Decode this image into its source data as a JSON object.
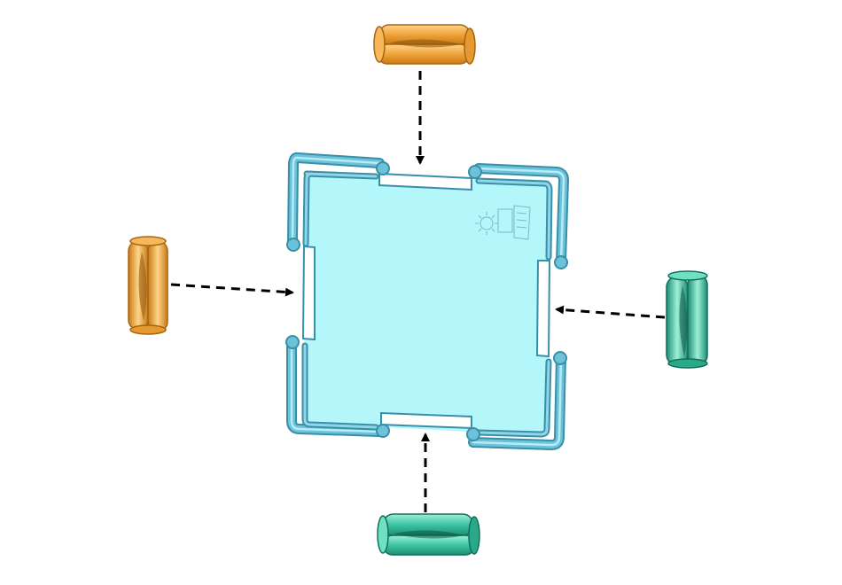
{
  "diagram": {
    "panel": {
      "frame_color": "#5ab3cc",
      "frame_dark": "#3a8fa8",
      "frame_light": "#a9e3f2",
      "fill_color": "#b3f7fb",
      "icon": "recycle-logo-icon"
    },
    "connectors": [
      {
        "id": "top",
        "color": "#f0a43c",
        "dark": "#c97a14",
        "light": "#ffd58a",
        "target": "top-slot"
      },
      {
        "id": "left",
        "color": "#f0a43c",
        "dark": "#c97a14",
        "light": "#ffd58a",
        "target": "left-slot"
      },
      {
        "id": "right",
        "color": "#3cc4a4",
        "dark": "#1d8e74",
        "light": "#9ef0d8",
        "target": "right-slot"
      },
      {
        "id": "bottom",
        "color": "#3cc4a4",
        "dark": "#1d8e74",
        "light": "#9ef0d8",
        "target": "bottom-slot"
      }
    ],
    "arrow_style": "dashed"
  }
}
